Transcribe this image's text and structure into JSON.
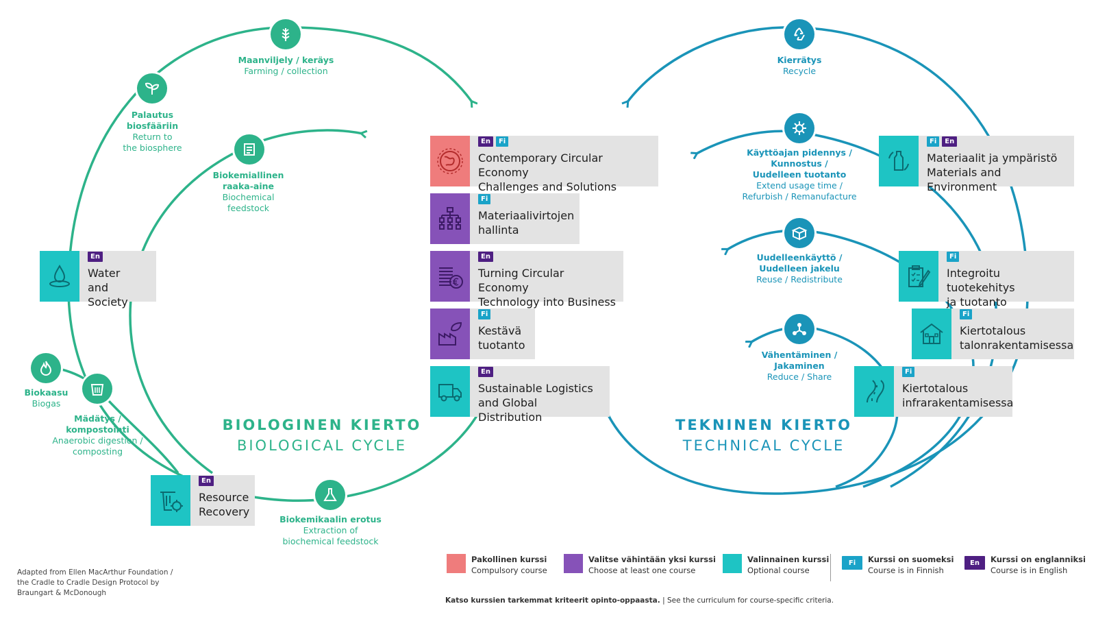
{
  "biological": {
    "title": "BIOLOGINEN KIERTO",
    "subtitle": "BIOLOGICAL CYCLE",
    "labels": {
      "farming": {
        "fi": "Maanviljely / keräys",
        "en": "Farming / collection",
        "icon": "wheat-icon"
      },
      "return": {
        "fi1": "Palautus",
        "fi2": "biosfääriin",
        "en1": "Return to",
        "en2": "the biosphere",
        "icon": "sprout-icon"
      },
      "feedstock": {
        "fi1": "Biokemiallinen",
        "fi2": "raaka-aine",
        "en1": "Biochemical",
        "en2": "feedstock",
        "icon": "document-icon"
      },
      "biogas": {
        "fi": "Biokaasu",
        "en": "Biogas",
        "icon": "flame-icon"
      },
      "digestion": {
        "fi1": "Mädätys /",
        "fi2": "kompostointi",
        "en1": "Anaerobic digestion /",
        "en2": "composting",
        "icon": "compost-bin-icon"
      },
      "extraction": {
        "fi": "Biokemikaalin erotus",
        "en1": "Extraction of",
        "en2": "biochemical feedstock",
        "icon": "flask-icon"
      }
    }
  },
  "technical": {
    "title": "TEKNINEN KIERTO",
    "subtitle": "TECHNICAL CYCLE",
    "labels": {
      "recycle": {
        "fi": "Kierrätys",
        "en": "Recycle",
        "icon": "recycle-icon"
      },
      "extend": {
        "fi1": "Käyttöajan pidennys /",
        "fi2": "Kunnostus /",
        "fi3": "Uudelleen tuotanto",
        "en1": "Extend usage time /",
        "en2": "Refurbish / Remanufacture",
        "icon": "gears-icon"
      },
      "reuse": {
        "fi1": "Uudelleenkäyttö /",
        "fi2": "Uudelleen jakelu",
        "en": "Reuse / Redistribute",
        "icon": "box-icon"
      },
      "reduce": {
        "fi1": "Vähentäminen /",
        "fi2": "Jakaminen",
        "en": "Reduce / Share",
        "icon": "share-network-icon"
      }
    }
  },
  "courses": [
    {
      "id": "contemporary",
      "title1": "Contemporary Circular Economy",
      "title2": "Challenges and Solutions",
      "tags": [
        "En",
        "Fi"
      ],
      "type": "compulsory",
      "icon": "globe-icon"
    },
    {
      "id": "material-flows",
      "title1": "Materiaalivirtojen",
      "title2": "hallinta",
      "tags": [
        "Fi"
      ],
      "type": "choose-one",
      "icon": "hierarchy-icon"
    },
    {
      "id": "turning-tech",
      "title1": "Turning Circular Economy",
      "title2": "Technology into Business",
      "tags": [
        "En"
      ],
      "type": "choose-one",
      "icon": "coins-euro-icon"
    },
    {
      "id": "sustainable-production",
      "title1": "Kestävä",
      "title2": "tuotanto",
      "tags": [
        "Fi"
      ],
      "type": "choose-one",
      "icon": "factory-leaf-icon"
    },
    {
      "id": "logistics",
      "title1": "Sustainable Logistics",
      "title2": "and Global Distribution",
      "tags": [
        "En"
      ],
      "type": "optional",
      "icon": "truck-icon"
    },
    {
      "id": "water",
      "title1": "Water",
      "title2": "and Society",
      "tags": [
        "En"
      ],
      "type": "optional",
      "icon": "water-drop-icon"
    },
    {
      "id": "resource-recovery",
      "title1": "Resource",
      "title2": "Recovery",
      "tags": [
        "En"
      ],
      "type": "optional",
      "icon": "bin-gear-icon"
    },
    {
      "id": "materials-env",
      "title1": "Materiaalit ja ympäristö",
      "title2": "Materials and Environment",
      "tags": [
        "Fi",
        "En"
      ],
      "type": "optional",
      "icon": "bottle-cycle-icon"
    },
    {
      "id": "integrated",
      "title1": "Integroitu tuotekehitys",
      "title2": "ja tuotanto",
      "tags": [
        "Fi"
      ],
      "type": "optional",
      "icon": "clipboard-pen-icon"
    },
    {
      "id": "building",
      "title1": "Kiertotalous",
      "title2": "talonrakentamisessa",
      "tags": [
        "Fi"
      ],
      "type": "optional",
      "icon": "house-icon"
    },
    {
      "id": "infra",
      "title1": "Kiertotalous",
      "title2": "infrarakentamisessa",
      "tags": [
        "Fi"
      ],
      "type": "optional",
      "icon": "road-icon"
    }
  ],
  "legend": {
    "compulsory": {
      "fi": "Pakollinen kurssi",
      "en": "Compulsory course",
      "color": "#ef7c7c"
    },
    "choose": {
      "fi": "Valitse vähintään yksi kurssi",
      "en": "Choose at least one course",
      "color": "#8652b8"
    },
    "optional": {
      "fi": "Valinnainen kurssi",
      "en": "Optional course",
      "color": "#1ec4c4"
    },
    "finnish": {
      "tag": "Fi",
      "fi": "Kurssi on suomeksi",
      "en": "Course is in Finnish"
    },
    "english": {
      "tag": "En",
      "fi": "Kurssi on englanniksi",
      "en": "Course is in English"
    }
  },
  "footnote": {
    "fi": "Katso kurssien tarkemmat kriteerit opinto-oppaasta.",
    "en": " | See the curriculum for course-specific criteria."
  },
  "credit": {
    "line1": "Adapted from Ellen MacArthur Foundation /",
    "line2": "the Cradle to Cradle Design Protocol by",
    "line3": "Braungart & McDonough"
  },
  "colors": {
    "bio": "#2db38a",
    "tech": "#1a94b8"
  }
}
